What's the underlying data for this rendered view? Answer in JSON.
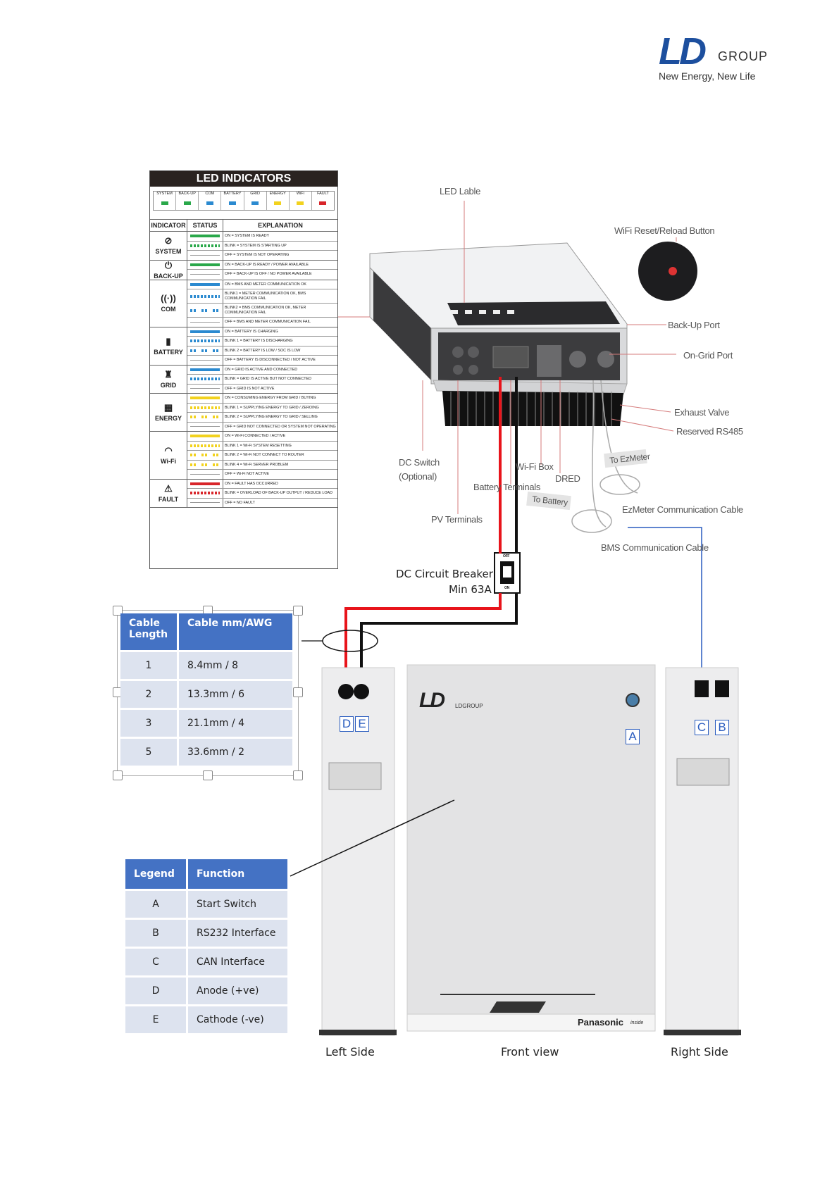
{
  "logo": {
    "mark": "LD",
    "group": "GROUP",
    "tagline": "New Energy, New Life"
  },
  "led_panel": {
    "title": "LED INDICATORS",
    "strip": [
      {
        "label": "SYSTEM",
        "color": "#2aa84a"
      },
      {
        "label": "BACK-UP",
        "color": "#2aa84a"
      },
      {
        "label": "COM",
        "color": "#2b8ad0"
      },
      {
        "label": "BATTERY",
        "color": "#2b8ad0"
      },
      {
        "label": "GRID",
        "color": "#2b8ad0"
      },
      {
        "label": "ENERGY",
        "color": "#f2d21e"
      },
      {
        "label": "WiFi",
        "color": "#f2d21e"
      },
      {
        "label": "FAULT",
        "color": "#d8252a"
      }
    ],
    "headers": {
      "indicator": "INDICATOR",
      "status": "STATUS",
      "explanation": "EXPLANATION"
    },
    "groups": [
      {
        "name": "SYSTEM",
        "icon": "⊘",
        "rows": [
          {
            "s": "on",
            "c": "#2aa84a",
            "t": "ON = SYSTEM IS READY"
          },
          {
            "s": "blink",
            "c": "#2aa84a",
            "t": "BLINK = SYSTEM IS STARTING UP"
          },
          {
            "s": "off",
            "c": "#999",
            "t": "OFF = SYSTEM IS NOT OPERATING"
          }
        ]
      },
      {
        "name": "BACK-UP",
        "icon": "⏻",
        "rows": [
          {
            "s": "on",
            "c": "#2aa84a",
            "t": "ON = BACK-UP IS READY / POWER AVAILABLE"
          },
          {
            "s": "off",
            "c": "#999",
            "t": "OFF = BACK-UP IS OFF / NO POWER AVAILABLE"
          }
        ]
      },
      {
        "name": "COM",
        "icon": "((·))",
        "rows": [
          {
            "s": "on",
            "c": "#2b8ad0",
            "t": "ON = BMS AND METER COMMUNICATION OK"
          },
          {
            "s": "blink",
            "c": "#2b8ad0",
            "t": "BLINK1 = METER COMMUNICATION OK, BMS COMMUNICATION FAIL"
          },
          {
            "s": "blink2",
            "c": "#2b8ad0",
            "t": "BLINK2 = BMS COMMUNICATION OK, METER COMMUNICATION FAIL"
          },
          {
            "s": "off",
            "c": "#999",
            "t": "OFF = BMS AND METER COMMUNICATION FAIL"
          }
        ]
      },
      {
        "name": "BATTERY",
        "icon": "▮",
        "rows": [
          {
            "s": "on",
            "c": "#2b8ad0",
            "t": "ON = BATTERY IS CHARGING"
          },
          {
            "s": "blink",
            "c": "#2b8ad0",
            "t": "BLINK 1 = BATTERY IS DISCHARGING"
          },
          {
            "s": "blink2",
            "c": "#2b8ad0",
            "t": "BLINK 2 = BATTERY IS LOW / SOC IS LOW"
          },
          {
            "s": "off",
            "c": "#999",
            "t": "OFF = BATTERY IS DISCONNECTED / NOT ACTIVE"
          }
        ]
      },
      {
        "name": "GRID",
        "icon": "♜",
        "rows": [
          {
            "s": "on",
            "c": "#2b8ad0",
            "t": "ON = GRID IS ACTIVE AND CONNECTED"
          },
          {
            "s": "blink",
            "c": "#2b8ad0",
            "t": "BLINK = GRID IS ACTIVE BUT NOT CONNECTED"
          },
          {
            "s": "off",
            "c": "#999",
            "t": "OFF = GRID IS NOT ACTIVE"
          }
        ]
      },
      {
        "name": "ENERGY",
        "icon": "▦",
        "rows": [
          {
            "s": "on",
            "c": "#f2d21e",
            "t": "ON = CONSUMING ENERGY FROM GRID / BUYING"
          },
          {
            "s": "blink",
            "c": "#f2d21e",
            "t": "BLINK 1 = SUPPLYING ENERGY TO GRID / ZEROING"
          },
          {
            "s": "blink2",
            "c": "#f2d21e",
            "t": "BLINK 2 = SUPPLYING ENERGY TO GRID / SELLING"
          },
          {
            "s": "off",
            "c": "#999",
            "t": "OFF = GRID NOT CONNECTED OR SYSTEM NOT OPERATING"
          }
        ]
      },
      {
        "name": "Wi-Fi",
        "icon": "◠",
        "rows": [
          {
            "s": "on",
            "c": "#f2d21e",
            "t": "ON = Wi-Fi CONNECTED / ACTIVE"
          },
          {
            "s": "blink",
            "c": "#f2d21e",
            "t": "BLINK 1 = Wi-Fi SYSTEM RESETTING"
          },
          {
            "s": "blink2",
            "c": "#f2d21e",
            "t": "BLINK 2 = Wi-Fi NOT CONNECT TO ROUTER"
          },
          {
            "s": "blink2",
            "c": "#f2d21e",
            "t": "BLINK 4 = Wi-Fi SERVER PROBLEM"
          },
          {
            "s": "off",
            "c": "#999",
            "t": "OFF = Wi-Fi NOT ACTIVE"
          }
        ]
      },
      {
        "name": "FAULT",
        "icon": "⚠",
        "rows": [
          {
            "s": "on",
            "c": "#d8252a",
            "t": "ON = FAULT HAS OCCURRED"
          },
          {
            "s": "blink",
            "c": "#d8252a",
            "t": "BLINK = OVERLOAD OF BACK-UP OUTPUT / REDUCE LOAD"
          },
          {
            "s": "off",
            "c": "#999",
            "t": "OFF = NO FAULT"
          }
        ]
      }
    ]
  },
  "labels": {
    "led_lable": "LED Lable",
    "wifi_reset": "WiFi Reset/Reload Button",
    "backup_port": "Back-Up Port",
    "ongrid_port": "On-Grid Port",
    "exhaust": "Exhaust Valve",
    "rs485": "Reserved RS485",
    "dc_switch": "DC Switch",
    "dc_switch_opt": "(Optional)",
    "wifi_box": "Wi-Fi Box",
    "dred": "DRED",
    "battery_terminals": "Battery Terminals",
    "to_ezmeter": "To EzMeter",
    "to_battery": "To Battery",
    "ezmeter_cable": "EzMeter Communication Cable",
    "pv_terminals": "PV Terminals",
    "bms_cable": "BMS Communication Cable",
    "breaker_1": "DC Circuit Breaker",
    "breaker_2": "Min 63A",
    "breaker_off": "OFF",
    "breaker_on": "ON"
  },
  "cable_table": {
    "headers": [
      "Cable Length",
      "Cable mm/AWG"
    ],
    "rows": [
      [
        "1",
        "8.4mm / 8"
      ],
      [
        "2",
        "13.3mm  / 6"
      ],
      [
        "3",
        "21.1mm /  4"
      ],
      [
        "5",
        "33.6mm  / 2"
      ]
    ]
  },
  "legend_table": {
    "headers": [
      "Legend",
      "Function"
    ],
    "rows": [
      [
        "A",
        "Start Switch"
      ],
      [
        "B",
        "RS232 Interface"
      ],
      [
        "C",
        "CAN Interface"
      ],
      [
        "D",
        "Anode (+ve)"
      ],
      [
        "E",
        "Cathode (-ve)"
      ]
    ]
  },
  "battery": {
    "brand": "LDGROUP",
    "brand_mark": "LD",
    "panasonic": "Panasonic",
    "panasonic_sub": "inside"
  },
  "tags": {
    "a": "A",
    "b": "B",
    "c": "C",
    "d": "D",
    "e": "E"
  },
  "views": {
    "left": "Left Side",
    "front": "Front view",
    "right": "Right Side"
  },
  "colors": {
    "accent": "#4472c4",
    "positive": "#e8141b",
    "negative": "#111111",
    "comm": "#2a5cbf"
  }
}
